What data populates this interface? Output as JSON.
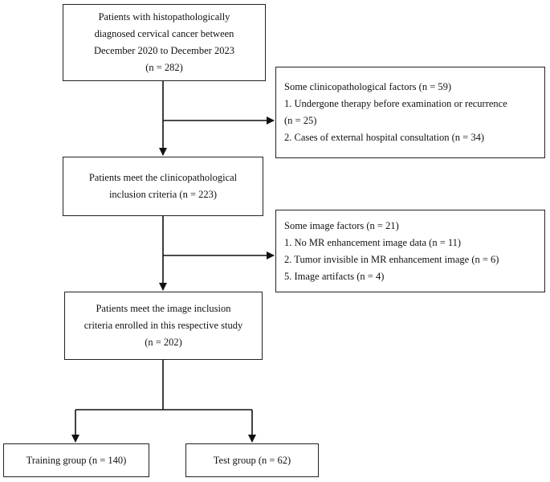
{
  "boxes": {
    "patients_all": {
      "lines": [
        "Patients with histopathologically",
        "diagnosed cervical cancer between",
        "December 2020 to December 2023",
        "(n = 282)"
      ]
    },
    "excluded_clinical": {
      "lines": [
        "Some clinicopathological factors (n = 59)",
        "1. Undergone therapy before examination or recurrence",
        "(n = 25)",
        "2. Cases of external hospital consultation (n = 34)"
      ]
    },
    "clinical_inclusion": {
      "lines": [
        "Patients meet the clinicopathological",
        "inclusion criteria (n = 223)"
      ]
    },
    "excluded_image": {
      "lines": [
        "Some image factors (n = 21)",
        "1. No MR enhancement image data (n = 11)",
        "2. Tumor invisible in MR enhancement image (n = 6)",
        "5. Image artifacts (n = 4)"
      ]
    },
    "image_inclusion": {
      "lines": [
        "Patients meet the image inclusion",
        "criteria enrolled in this respective study",
        "(n = 202)"
      ]
    },
    "training_group": {
      "lines": [
        "Training group (n = 140)"
      ]
    },
    "test_group": {
      "lines": [
        "Test group (n = 62)"
      ]
    }
  }
}
